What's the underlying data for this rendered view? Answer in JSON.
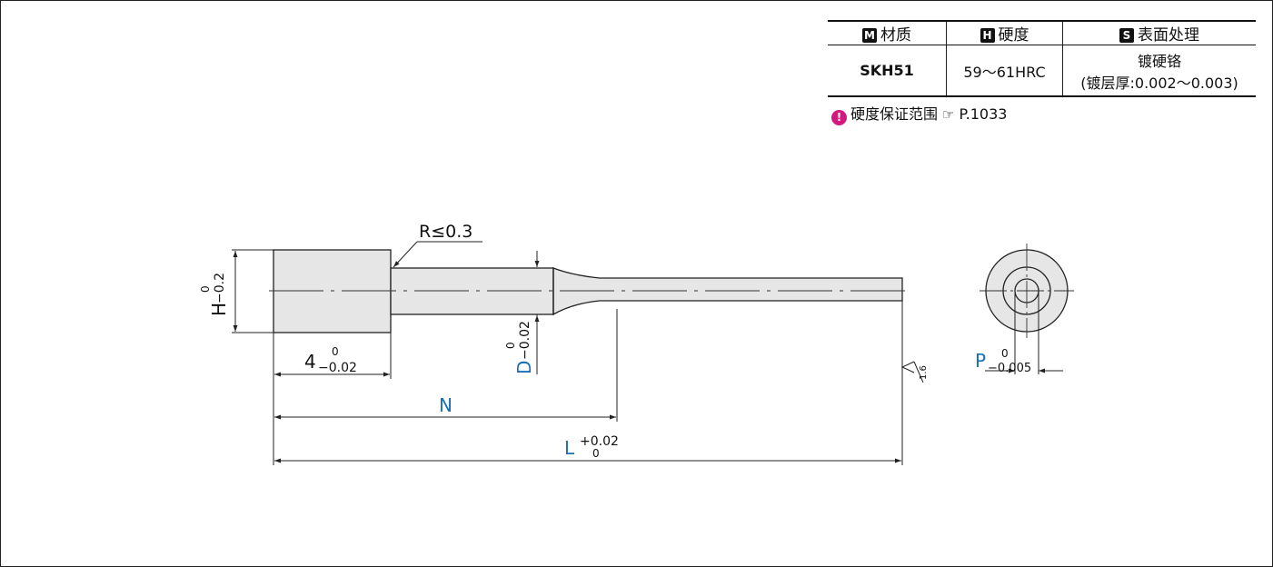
{
  "spec_table": {
    "headers": [
      {
        "badge": "M",
        "label": "材质"
      },
      {
        "badge": "H",
        "label": "硬度"
      },
      {
        "badge": "S",
        "label": "表面处理"
      }
    ],
    "material": "SKH51",
    "hardness": "59～61HRC",
    "surface_line1": "镀硬铬",
    "surface_line2": "(镀层厚:0.002～0.003)"
  },
  "note": {
    "icon": "warning-icon",
    "text": "硬度保证范围",
    "ref_icon": "pointing-hand-icon",
    "ref_glyph": "☞",
    "page": "P.1033"
  },
  "drawing": {
    "r_label": "R≤0.3",
    "h_label": "H",
    "h_tol_upper": "0",
    "h_tol_lower": "−0.2",
    "len4_label": "4",
    "len4_tol_upper": "0",
    "len4_tol_lower": "−0.02",
    "d_label": "D",
    "d_tol_upper": "0",
    "d_tol_lower": "−0.02",
    "n_label": "N",
    "l_label": "L",
    "l_tol_upper": "+0.02",
    "l_tol_lower": "0",
    "p_label": "P",
    "p_tol_upper": "0",
    "p_tol_lower": "−0.005",
    "roughness": "1.6",
    "colors": {
      "accent": "#1a6fb5",
      "part_fill": "#e6e6e6",
      "line": "#222222"
    }
  }
}
